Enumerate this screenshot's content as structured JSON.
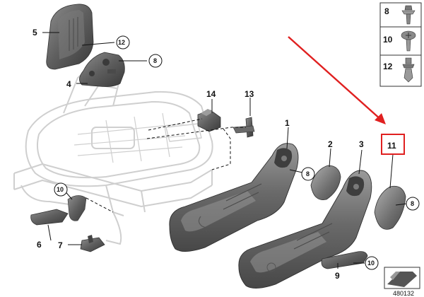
{
  "diagram": {
    "callouts": {
      "c1": "1",
      "c2": "2",
      "c3": "3",
      "c4": "4",
      "c5": "5",
      "c6": "6",
      "c7": "7",
      "c9": "9",
      "c13": "13",
      "c14": "14",
      "c11": "11"
    },
    "circled_callouts": {
      "c12": "12",
      "c8a": "8",
      "c10a": "10",
      "c8b": "8",
      "c8c": "8",
      "c10b": "10"
    },
    "legend": {
      "l8": "8",
      "l10": "10",
      "l12": "12"
    },
    "reference_number": "480132",
    "colors": {
      "part_fill": "#5b5b5b",
      "part_light": "#8a8a8a",
      "frame_stroke": "#c8c8c8",
      "highlight": "#e02020",
      "line": "#111111"
    }
  }
}
